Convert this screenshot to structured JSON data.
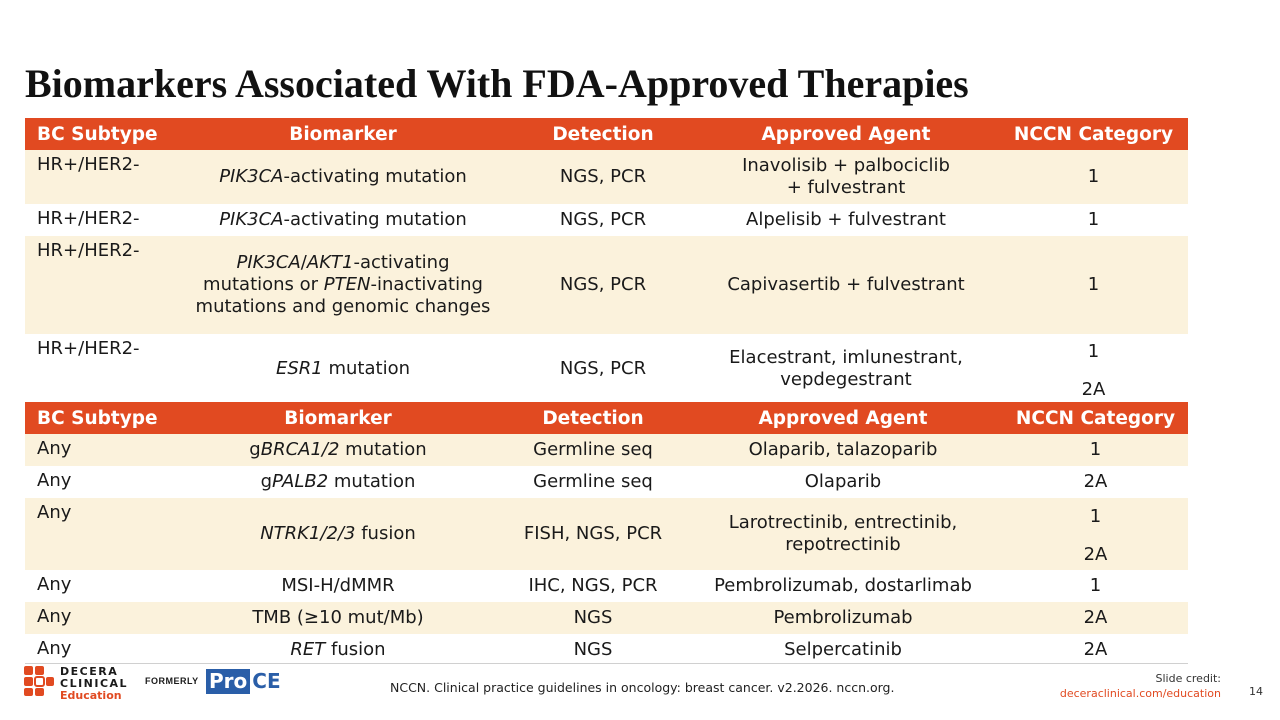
{
  "slide": {
    "title": "Biomarkers Associated With FDA-Approved Therapies",
    "page_number": "14"
  },
  "headers": [
    "BC Subtype",
    "Biomarker",
    "Detection",
    "Approved Agent",
    "NCCN Category"
  ],
  "table1": {
    "rows": [
      {
        "subtype": "HR+/HER2-",
        "bio_gene": "PIK3CA",
        "bio_rest": "-activating mutation",
        "detection": "NGS, PCR",
        "agent": "Inavolisib + palbociclib + fulvestrant",
        "nccn": "1"
      },
      {
        "subtype": "HR+/HER2-",
        "bio_gene": "PIK3CA",
        "bio_rest": "-activating mutation",
        "detection": "NGS, PCR",
        "agent": "Alpelisib + fulvestrant",
        "nccn": "1"
      },
      {
        "subtype": "HR+/HER2-",
        "bio_gene1": "PIK3CA",
        "bio_sep": "/",
        "bio_gene2": "AKT1",
        "bio_mid": "-activating mutations or ",
        "bio_gene3": "PTEN",
        "bio_rest": "-inactivating mutations and genomic changes",
        "detection": "NGS, PCR",
        "agent": "Capivasertib + fulvestrant",
        "nccn": "1"
      },
      {
        "subtype": "HR+/HER2-",
        "bio_gene": "ESR1",
        "bio_rest": " mutation",
        "detection": "NGS, PCR",
        "agent": "Elacestrant, imlunestrant, vepdegestrant",
        "nccn_a": "1",
        "nccn_b": "2A"
      }
    ]
  },
  "table2": {
    "rows": [
      {
        "subtype": "Any",
        "bio_pre": "g",
        "bio_gene": "BRCA1/2",
        "bio_rest": " mutation",
        "detection": "Germline seq",
        "agent": "Olaparib, talazoparib",
        "nccn": "1"
      },
      {
        "subtype": "Any",
        "bio_pre": "g",
        "bio_gene": "PALB2",
        "bio_rest": " mutation",
        "detection": "Germline seq",
        "agent": "Olaparib",
        "nccn": "2A"
      },
      {
        "subtype": "Any",
        "bio_gene": "NTRK1/2/3",
        "bio_rest": " fusion",
        "detection": "FISH, NGS, PCR",
        "agent": "Larotrectinib, entrectinib, repotrectinib",
        "nccn_a": "1",
        "nccn_b": "2A"
      },
      {
        "subtype": "Any",
        "bio_text": "MSI-H/dMMR",
        "detection": "IHC, NGS, PCR",
        "agent": "Pembrolizumab, dostarlimab",
        "nccn": "1"
      },
      {
        "subtype": "Any",
        "bio_text": "TMB (≥10 mut/Mb)",
        "detection": "NGS",
        "agent": "Pembrolizumab",
        "nccn": "2A"
      },
      {
        "subtype": "Any",
        "bio_gene": "RET",
        "bio_rest": " fusion",
        "detection": "NGS",
        "agent": "Selpercatinib",
        "nccn": "2A"
      }
    ]
  },
  "footer": {
    "logo_line1": "DECERA",
    "logo_line2": "CLINICAL",
    "logo_line3": "Education",
    "formerly": "FORMERLY",
    "proce_pro": "Pro",
    "proce_ce": "CE",
    "citation": "NCCN. Clinical practice guidelines in oncology: breast cancer. v2.2026. nccn.org.",
    "credit_label": "Slide credit:",
    "credit_url": "deceraclinical.com/education"
  },
  "colors": {
    "header_bg": "#e14a21",
    "alt_row_bg": "#fbf2dc",
    "accent": "#e14a21",
    "proce_blue": "#2a5ea8"
  }
}
